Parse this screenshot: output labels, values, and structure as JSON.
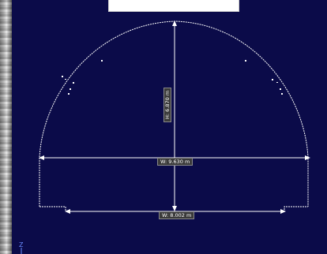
{
  "window": {
    "title": "",
    "background_color": "#0b0b49"
  },
  "measurements": {
    "height_label": "H: 6.870 m",
    "width_label": "W: 9.630 m",
    "bottom_width_label": "W: 8.002 m"
  },
  "axis": {
    "z_label": "Z"
  },
  "colors": {
    "profile": "#ffffff",
    "dimension_line": "#ffffff",
    "label_bg": "#3a3a3a",
    "axis": "#6a8cff"
  },
  "icons": {
    "left_strip": "point-cloud-image-icon"
  }
}
